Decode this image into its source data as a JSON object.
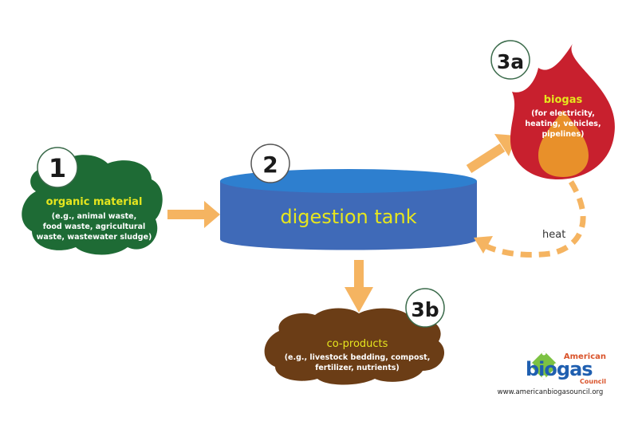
{
  "steps": {
    "organic": {
      "number": "1",
      "title": "organic material",
      "lines": [
        "(e.g., animal waste,",
        "food waste, agricultural",
        "waste, wastewater sludge)"
      ]
    },
    "tank": {
      "number": "2",
      "title": "digestion tank"
    },
    "biogas": {
      "number": "3a",
      "title": "biogas",
      "lines": [
        "(for electricity,",
        "heating, vehicles,",
        "pipelines)"
      ]
    },
    "coproducts": {
      "number": "3b",
      "title": "co-products",
      "lines": [
        "(e.g.,  livestock bedding, compost,",
        "fertilizer, nutrients)"
      ]
    }
  },
  "heat_label": "heat",
  "logo": {
    "american": "American",
    "biogas": "biogas",
    "council": "Council",
    "url": "www.americanbiogasouncil.org"
  },
  "colors": {
    "green_cloud": "#1e6b35",
    "tank_blue": "#3f6ab8",
    "tank_top": "#2e7fcf",
    "flame_red": "#c8202e",
    "flame_orange": "#e8902a",
    "brown_cloud": "#6b3d16",
    "arrow": "#f5b461",
    "label_yellow": "#e6e61e"
  }
}
